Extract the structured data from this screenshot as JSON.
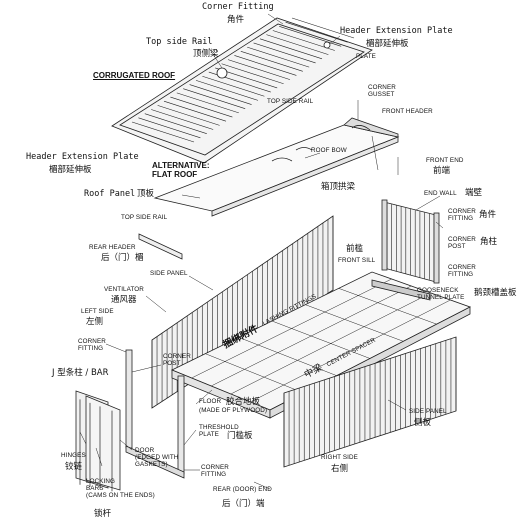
{
  "labels": {
    "corner_fitting_top": "Corner Fitting",
    "corner_fitting_top_cn": "角件",
    "top_side_rail_top": "Top side Rail",
    "top_side_rail_top_cn": "顶侧梁",
    "header_ext_top": "Header Extension Plate",
    "header_ext_top_cn": "楣部延伸板",
    "plate_small": "PLATE",
    "corrugated_roof": "CORRUGATED ROOF",
    "top_side_rail_mid": "TOP SIDE RAIL",
    "corner_gusset": "CORNER\nGUSSET",
    "front_header": "FRONT HEADER",
    "roof_bow": "ROOF BOW",
    "alternative_flat_roof": "ALTERNATIVE:\nFLAT ROOF",
    "header_ext_left": "Header Extension Plate",
    "header_ext_left_cn": "楣部延伸板",
    "roof_panel": "Roof Panel",
    "roof_panel_cn": "顶板",
    "roof_bow_cn": "箱顶拱梁",
    "front_end": "FRONT END",
    "front_end_cn": "前端",
    "end_wall": "END WALL",
    "end_wall_cn": "端壁",
    "top_side_rail_low": "TOP SIDE RAIL",
    "rear_header": "REAR HEADER",
    "rear_header_cn": "后（门）楣",
    "corner_fitting_r1": "CORNER\nFITTING",
    "corner_fitting_r1_cn": "角件",
    "corner_post_r": "CORNER\nPOST",
    "corner_post_r_cn": "角柱",
    "corner_fitting_r2": "CORNER\nFITTING",
    "front_sill_cn": "前槛",
    "front_sill": "FRONT SILL",
    "side_panel_top": "SIDE PANEL",
    "ventilator": "VENTILATOR",
    "ventilator_cn": "通风器",
    "lashing_cn": "捆绑附件",
    "lashing_fittings": "LASHING FITTINGS",
    "gooseneck": "GOOSENECK\nTUNNEL PLATE",
    "gooseneck_cn": "鹅颈槽盖板",
    "left_side": "LEFT SIDE",
    "left_side_cn": "左侧",
    "corner_fitting_l": "CORNER\nFITTING",
    "corner_post_mid": "CORNER\nPOST",
    "center_spacer_cn": "中梁",
    "center_spacer": "CENTER SPACER",
    "j_bar": "J 型条柱 / BAR",
    "floor": "FLOOR",
    "floor_cn": "胶合地板",
    "floor_sub": "(MADE OF PLYWOOD)",
    "threshold": "THRESHOLD\nPLATE",
    "threshold_cn": "门槛板",
    "side_panel_right": "SIDE PANEL",
    "side_panel_right_cn": "侧板",
    "hinges": "HINGES",
    "hinges_cn": "铰链",
    "door": "DOOR\n(EDGED WITH\nGASKETS)",
    "corner_fitting_b": "CORNER\nFITTING",
    "right_side": "RIGHT SIDE",
    "right_side_cn": "右侧",
    "locking_bars": "LOCKING\nBARS\n(CAMS ON THE ENDS)",
    "locking_bars_cn": "锁杆",
    "rear_end": "REAR (DOOR) END",
    "rear_end_cn": "后（门）端"
  }
}
